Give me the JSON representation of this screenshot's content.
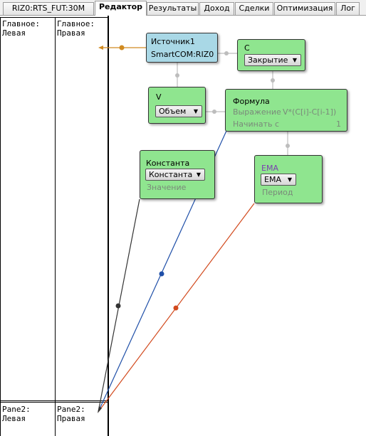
{
  "tabs": [
    {
      "label": "RIZ0:RTS_FUT:30M",
      "active": false
    },
    {
      "label": "Редактор",
      "active": true
    },
    {
      "label": "Результаты",
      "active": false
    },
    {
      "label": "Доход",
      "active": false
    },
    {
      "label": "Сделки",
      "active": false
    },
    {
      "label": "Оптимизация",
      "active": false
    },
    {
      "label": "Лог",
      "active": false
    }
  ],
  "panes": {
    "top_left": "Главное:\nЛевая",
    "top_right": "Главное:\nПравая",
    "bottom_left": "Pane2:\nЛевая",
    "bottom_right": "Pane2:\nПравая"
  },
  "nodes": {
    "source": {
      "title": "Источник1",
      "subtitle": "SmartCOM:RIZ0"
    },
    "c": {
      "title": "C",
      "dropdown": "Закрытие"
    },
    "v": {
      "title": "V",
      "dropdown": "Объем"
    },
    "formula": {
      "title": "Формула",
      "expression_label": "Выражение",
      "expression_value": "V*(C[i]-C[i-1])",
      "start_label": "Начинать с",
      "start_value": "1"
    },
    "constant": {
      "title": "Константа",
      "dropdown": "Константа",
      "value_label": "Значение"
    },
    "ema": {
      "title": "EMA",
      "dropdown": "EMA",
      "period_label": "Период"
    }
  },
  "colors": {
    "node_fill": "#8fe58f",
    "source_fill": "#a9d8e6",
    "wire_source": "#d08a20",
    "wire_formula": "#1f4fa8",
    "wire_ema": "#d24a1e",
    "wire_constant": "#333333",
    "port_gray": "#bdbdbd"
  }
}
